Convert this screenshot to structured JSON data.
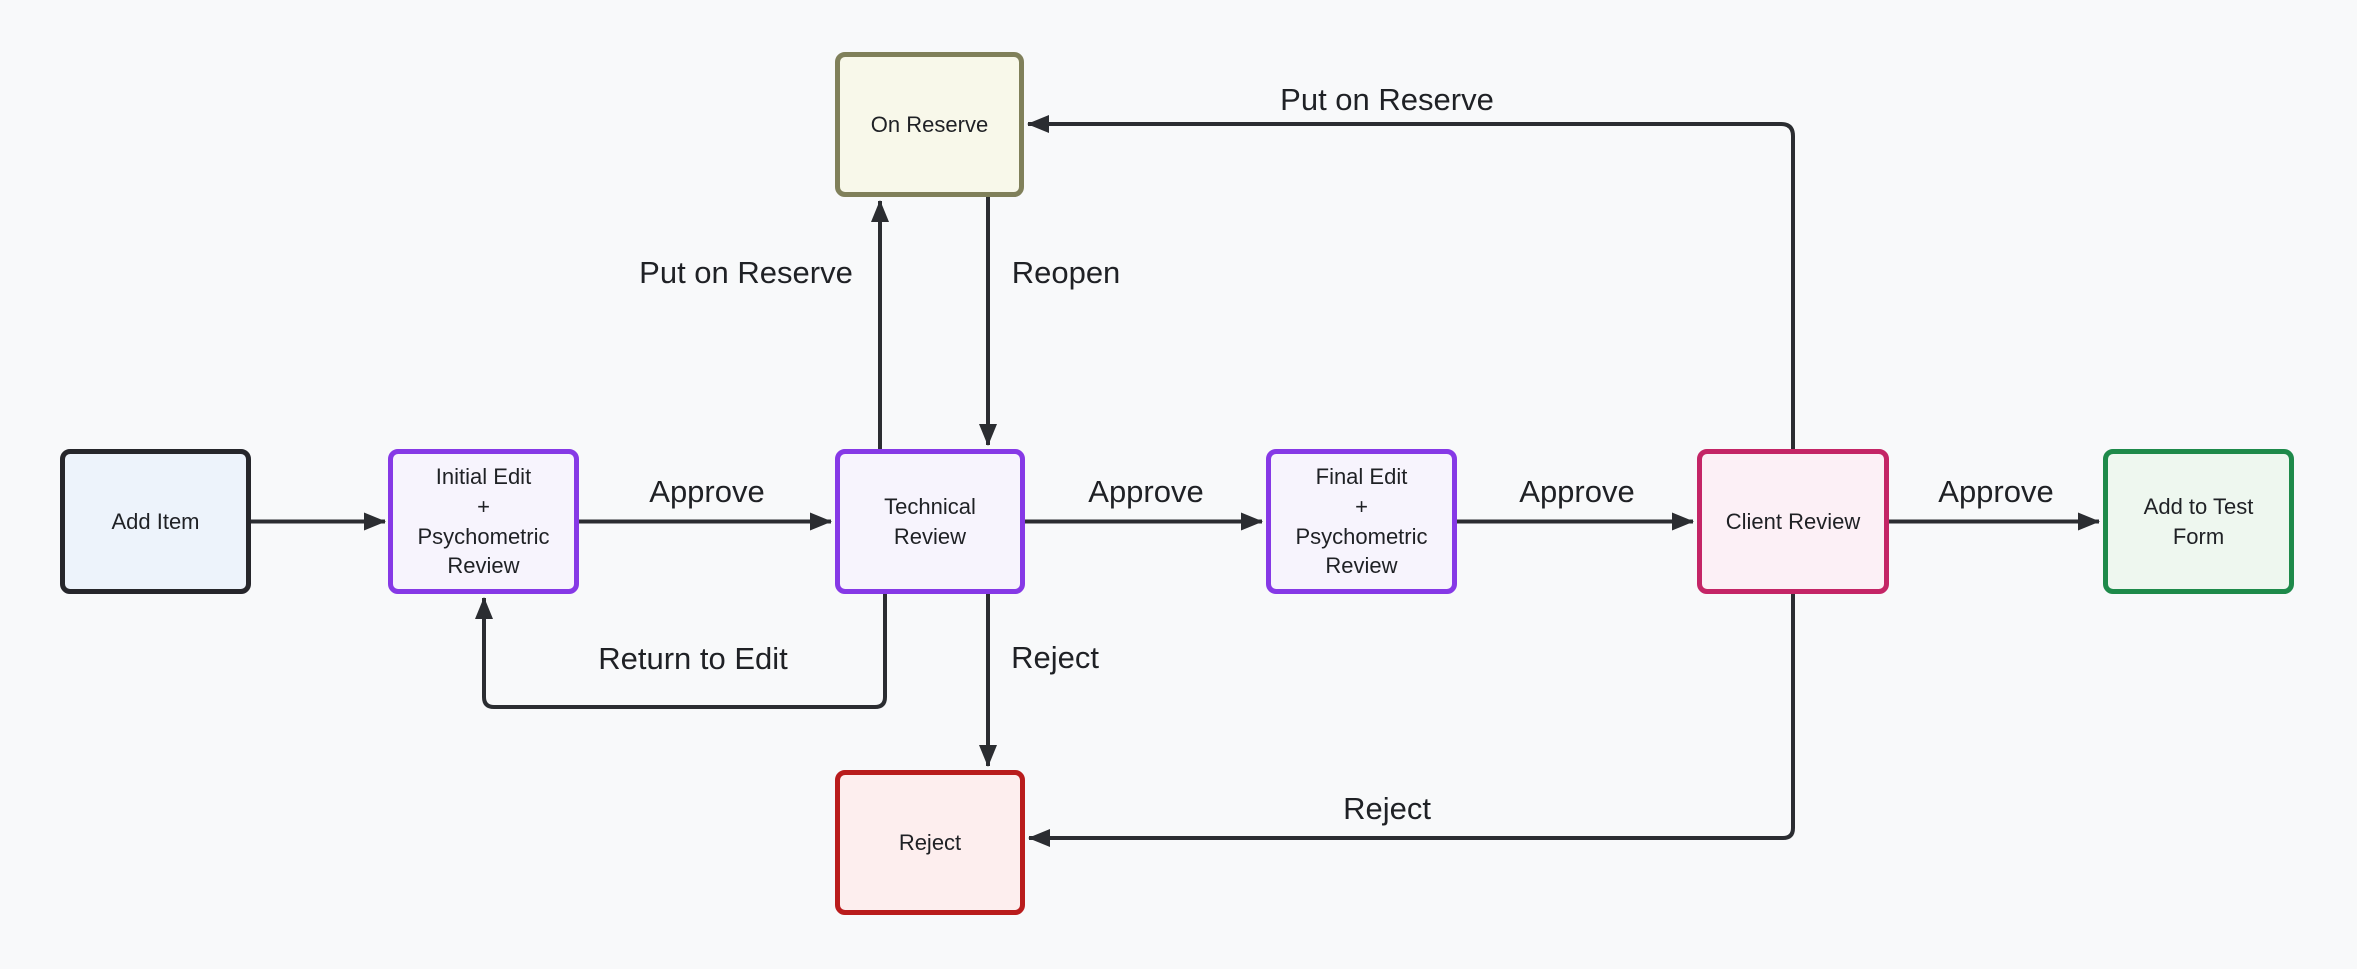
{
  "diagram": {
    "background": "#f8f9fa",
    "edge_color": "#2b2d31",
    "text_color": "#1f2125",
    "nodes": {
      "add_item": {
        "label": "Add Item",
        "border_color": "#26262b",
        "fill_color": "#edf3fb"
      },
      "initial_edit": {
        "label": "Initial Edit\n+\nPsychometric\nReview",
        "border_color": "#8639e6",
        "fill_color": "#f7f4fd"
      },
      "technical_review": {
        "label": "Technical\nReview",
        "border_color": "#8639e6",
        "fill_color": "#f7f4fd"
      },
      "final_edit": {
        "label": "Final Edit\n+\nPsychometric\nReview",
        "border_color": "#8639e6",
        "fill_color": "#f7f4fd"
      },
      "client_review": {
        "label": "Client Review",
        "border_color": "#c42566",
        "fill_color": "#fcf0f6"
      },
      "add_to_test_form": {
        "label": "Add to Test Form",
        "border_color": "#1e8a4a",
        "fill_color": "#eef7ef"
      },
      "on_reserve": {
        "label": "On Reserve",
        "border_color": "#80805a",
        "fill_color": "#f8f8ea"
      },
      "reject": {
        "label": "Reject",
        "border_color": "#b91c1c",
        "fill_color": "#fdeeee"
      }
    },
    "edges": [
      {
        "from": "add_item",
        "to": "initial_edit",
        "label": ""
      },
      {
        "from": "initial_edit",
        "to": "technical_review",
        "label": "Approve"
      },
      {
        "from": "technical_review",
        "to": "final_edit",
        "label": "Approve"
      },
      {
        "from": "final_edit",
        "to": "client_review",
        "label": "Approve"
      },
      {
        "from": "client_review",
        "to": "add_to_test_form",
        "label": "Approve"
      },
      {
        "from": "technical_review",
        "to": "on_reserve",
        "label": "Put on Reserve"
      },
      {
        "from": "on_reserve",
        "to": "technical_review",
        "label": "Reopen"
      },
      {
        "from": "client_review",
        "to": "on_reserve",
        "label": "Put on Reserve"
      },
      {
        "from": "technical_review",
        "to": "initial_edit",
        "label": "Return to Edit"
      },
      {
        "from": "technical_review",
        "to": "reject",
        "label": "Reject"
      },
      {
        "from": "client_review",
        "to": "reject",
        "label": "Reject"
      }
    ]
  }
}
